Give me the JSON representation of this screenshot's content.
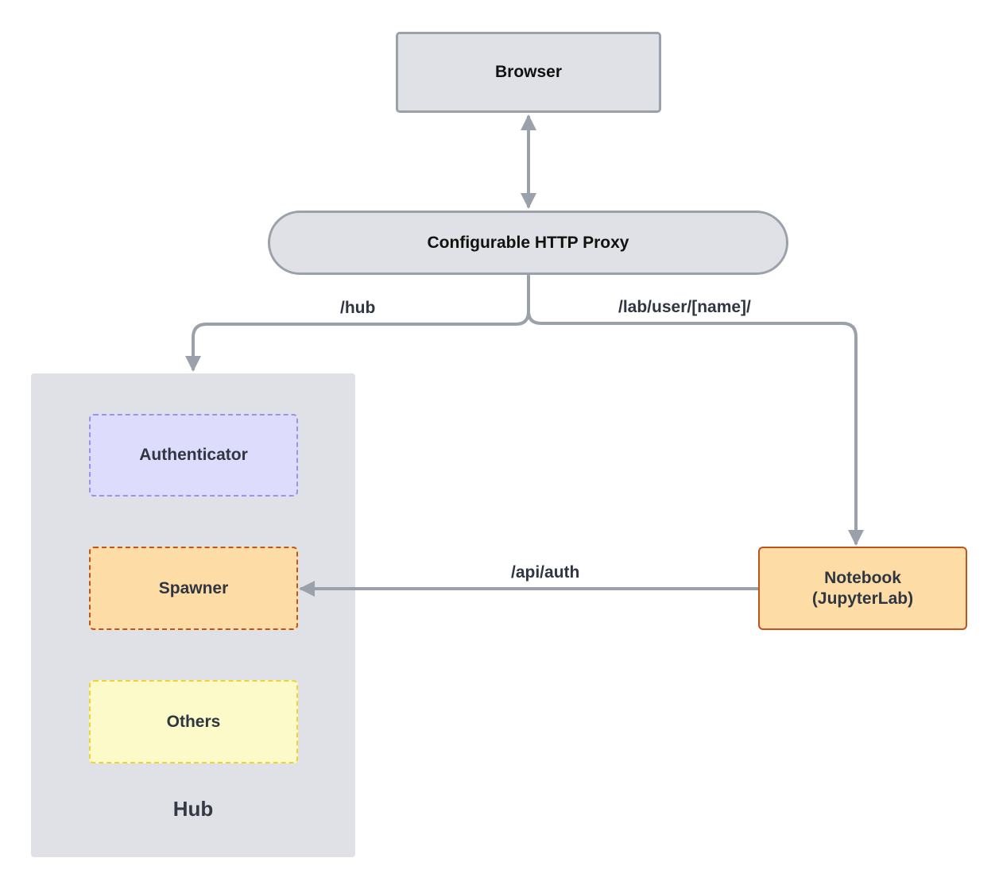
{
  "nodes": {
    "browser": "Browser",
    "proxy": "Configurable HTTP Proxy",
    "hub": "Hub",
    "authenticator": "Authenticator",
    "spawner": "Spawner",
    "others": "Others",
    "notebook_line1": "Notebook",
    "notebook_line2": "(JupyterLab)"
  },
  "edges": {
    "hub_route": "/hub",
    "lab_route": "/lab/user/[name]/",
    "auth_route": "/api/auth"
  },
  "colors": {
    "wire": "#9ba1aa",
    "node_fill": "#dfe1e6",
    "authenticator_fill": "#dedcfc",
    "authenticator_border": "#9a92f0",
    "spawner_fill": "#fddca5",
    "spawner_border": "#c0541a",
    "others_fill": "#fcfac9",
    "others_border": "#f1d233"
  }
}
